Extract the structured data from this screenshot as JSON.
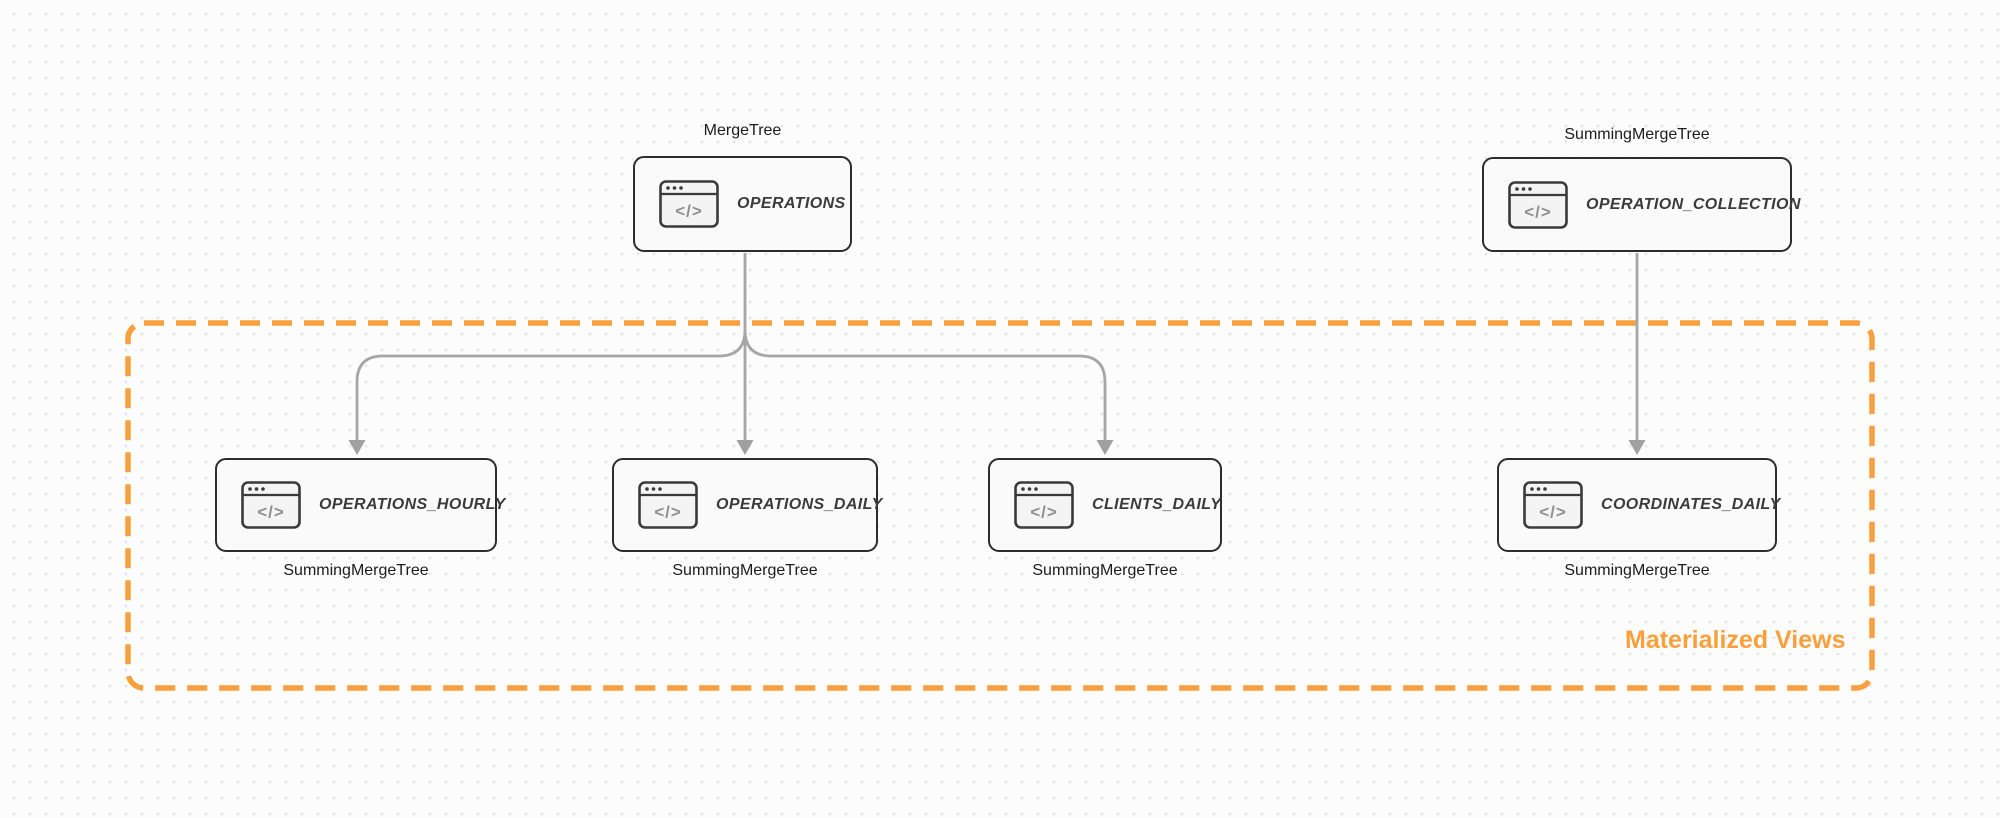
{
  "colors": {
    "accent_orange": "#F9A03C",
    "edge_gray": "#A6A6A6",
    "node_border": "#2D2D2D",
    "node_fill": "#FAFAFA",
    "canvas_dot": "#E4E4E4"
  },
  "nodes": [
    {
      "id": "operations",
      "name": "OPERATIONS",
      "engine_label": "MergeTree",
      "engine_position": "above",
      "icon": "code-window-icon"
    },
    {
      "id": "operation_collection",
      "name": "OPERATION_COLLECTION",
      "engine_label": "SummingMergeTree",
      "engine_position": "above",
      "icon": "code-window-icon"
    },
    {
      "id": "operations_hourly",
      "name": "OPERATIONS_HOURLY",
      "engine_label": "SummingMergeTree",
      "engine_position": "below",
      "icon": "code-window-icon"
    },
    {
      "id": "operations_daily",
      "name": "OPERATIONS_DAILY",
      "engine_label": "SummingMergeTree",
      "engine_position": "below",
      "icon": "code-window-icon"
    },
    {
      "id": "clients_daily",
      "name": "CLIENTS_DAILY",
      "engine_label": "SummingMergeTree",
      "engine_position": "below",
      "icon": "code-window-icon"
    },
    {
      "id": "coordinates_daily",
      "name": "COORDINATES_DAILY",
      "engine_label": "SummingMergeTree",
      "engine_position": "below",
      "icon": "code-window-icon"
    }
  ],
  "edges": [
    {
      "from": "OPERATIONS",
      "to": "OPERATIONS_HOURLY"
    },
    {
      "from": "OPERATIONS",
      "to": "OPERATIONS_DAILY"
    },
    {
      "from": "OPERATIONS",
      "to": "CLIENTS_DAILY"
    },
    {
      "from": "OPERATION_COLLECTION",
      "to": "COORDINATES_DAILY"
    }
  ],
  "group": {
    "label": "Materialized Views",
    "members": [
      "OPERATIONS_HOURLY",
      "OPERATIONS_DAILY",
      "CLIENTS_DAILY",
      "COORDINATES_DAILY"
    ]
  }
}
